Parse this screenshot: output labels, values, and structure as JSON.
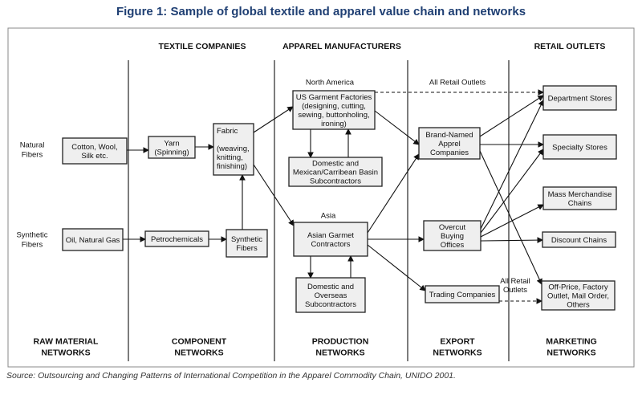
{
  "title": "Figure 1: Sample of global textile and apparel value chain and networks",
  "source": "Source: Outsourcing and Changing Patterns of International Competition in the Apparel Commodity Chain, UNIDO 2001.",
  "headers": {
    "textile": "TEXTILE COMPANIES",
    "apparel": "APPAREL MANUFACTURERS",
    "retail": "RETAIL OUTLETS"
  },
  "networks": [
    [
      "RAW MATERIAL",
      "NETWORKS"
    ],
    [
      "COMPONENT",
      "NETWORKS"
    ],
    [
      "PRODUCTION",
      "NETWORKS"
    ],
    [
      "EXPORT",
      "NETWORKS"
    ],
    [
      "MARKETING",
      "NETWORKS"
    ]
  ],
  "labels": {
    "natural": [
      "Natural",
      "Fibers"
    ],
    "synthetic": [
      "Synthetic",
      "Fibers"
    ],
    "north_america": "North America",
    "asia": "Asia",
    "all_retail_top": "All Retail Outlets",
    "all_retail_bottom": [
      "All Retail",
      "Outlets"
    ]
  },
  "boxes": {
    "cotton": [
      "Cotton, Wool,",
      "Silk etc."
    ],
    "oil": [
      "Oil, Natural Gas"
    ],
    "yarn": [
      "Yarn",
      "(Spinning)"
    ],
    "petro": [
      "Petrochemicals"
    ],
    "fabric": [
      "Fabric",
      "",
      "(weaving,",
      "knitting,",
      "finishing)"
    ],
    "synfib": [
      "Synthetic",
      "Fibers"
    ],
    "us": [
      "US Garment Factories",
      "(designing, cutting,",
      "sewing, buttonholing,",
      "ironing)"
    ],
    "mex": [
      "Domestic and",
      "Mexican/Carribean Basin",
      "Subcontractors"
    ],
    "asian": [
      "Asian Garmet",
      "Contractors"
    ],
    "overseas": [
      "Domestic and",
      "Overseas",
      "Subcontractors"
    ],
    "brand": [
      "Brand-Named",
      "Apprel",
      "Companies"
    ],
    "overcut": [
      "Overcut",
      "Buying",
      "Offices"
    ],
    "trading": [
      "Trading Companies"
    ],
    "dept": [
      "Department Stores"
    ],
    "specialty": [
      "Specialty Stores"
    ],
    "mass": [
      "Mass Merchandise",
      "Chains"
    ],
    "discount": [
      "Discount Chains"
    ],
    "offprice": [
      "Off-Price, Factory",
      "Outlet, Mail Order,",
      "Others"
    ]
  }
}
